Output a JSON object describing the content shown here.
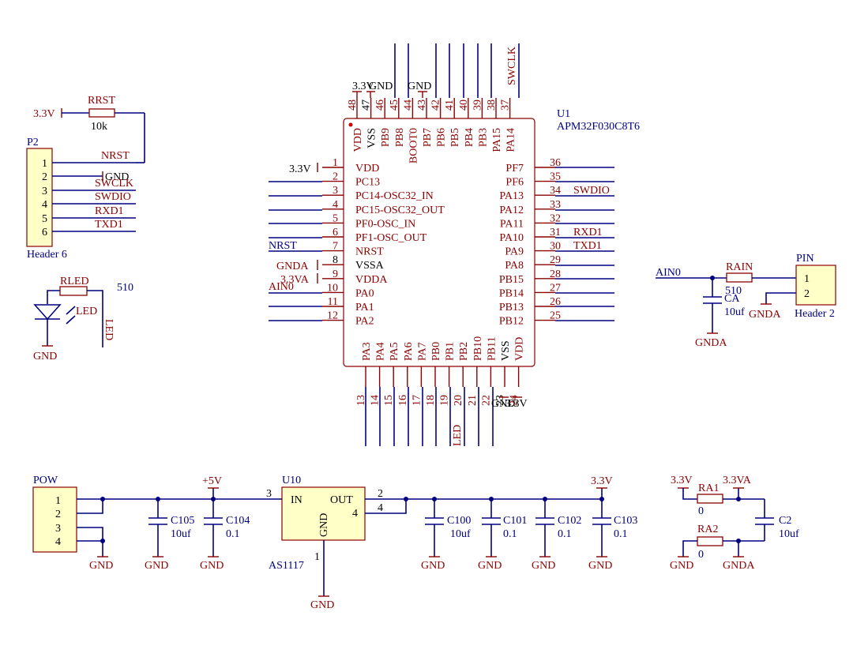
{
  "u1": {
    "designator": "U1",
    "part": "APM32F030C8T6",
    "left_pins": [
      {
        "num": "1",
        "name": "VDD"
      },
      {
        "num": "2",
        "name": "PC13"
      },
      {
        "num": "3",
        "name": "PC14-OSC32_IN"
      },
      {
        "num": "4",
        "name": "PC15-OSC32_OUT"
      },
      {
        "num": "5",
        "name": "PF0-OSC_IN"
      },
      {
        "num": "6",
        "name": "PF1-OSC_OUT"
      },
      {
        "num": "7",
        "name": "NRST"
      },
      {
        "num": "8",
        "name": "VSSA"
      },
      {
        "num": "9",
        "name": "VDDA"
      },
      {
        "num": "10",
        "name": "PA0"
      },
      {
        "num": "11",
        "name": "PA1"
      },
      {
        "num": "12",
        "name": "PA2"
      }
    ],
    "bottom_pins": [
      {
        "num": "13",
        "name": "PA3"
      },
      {
        "num": "14",
        "name": "PA4"
      },
      {
        "num": "15",
        "name": "PA5"
      },
      {
        "num": "16",
        "name": "PA6"
      },
      {
        "num": "17",
        "name": "PA7"
      },
      {
        "num": "18",
        "name": "PB0"
      },
      {
        "num": "19",
        "name": "PB1"
      },
      {
        "num": "20",
        "name": "PB2"
      },
      {
        "num": "21",
        "name": "PB10"
      },
      {
        "num": "22",
        "name": "PB11"
      },
      {
        "num": "23",
        "name": "VSS"
      },
      {
        "num": "24",
        "name": "VDD"
      }
    ],
    "right_pins": [
      {
        "num": "36",
        "name": "PF7"
      },
      {
        "num": "35",
        "name": "PF6"
      },
      {
        "num": "34",
        "name": "PA13"
      },
      {
        "num": "33",
        "name": "PA12"
      },
      {
        "num": "32",
        "name": "PA11"
      },
      {
        "num": "31",
        "name": "PA10"
      },
      {
        "num": "30",
        "name": "PA9"
      },
      {
        "num": "29",
        "name": "PA8"
      },
      {
        "num": "28",
        "name": "PB15"
      },
      {
        "num": "27",
        "name": "PB14"
      },
      {
        "num": "26",
        "name": "PB13"
      },
      {
        "num": "25",
        "name": "PB12"
      }
    ],
    "top_pins": [
      {
        "num": "48",
        "name": "VDD"
      },
      {
        "num": "47",
        "name": "VSS"
      },
      {
        "num": "46",
        "name": "PB9"
      },
      {
        "num": "45",
        "name": "PB8"
      },
      {
        "num": "44",
        "name": "BOOT0"
      },
      {
        "num": "43",
        "name": "PB7"
      },
      {
        "num": "42",
        "name": "PB6"
      },
      {
        "num": "41",
        "name": "PB5"
      },
      {
        "num": "40",
        "name": "PB4"
      },
      {
        "num": "39",
        "name": "PB3"
      },
      {
        "num": "38",
        "name": "PA15"
      },
      {
        "num": "37",
        "name": "PA14"
      }
    ]
  },
  "nets": {
    "p3v3": "3.3V",
    "p3v3a": "3.3VA",
    "p5v": "+5V",
    "gnd": "GND",
    "gnda": "GNDA",
    "nrst": "NRST",
    "swclk": "SWCLK",
    "swdio": "SWDIO",
    "rxd1": "RXD1",
    "txd1": "TXD1",
    "ain0": "AIN0",
    "led": "LED"
  },
  "p2": {
    "designator": "P2",
    "value": "Header 6",
    "pins": [
      "1",
      "2",
      "3",
      "4",
      "5",
      "6"
    ]
  },
  "rrst": {
    "designator": "RRST",
    "value": "10k"
  },
  "rled": {
    "designator": "RLED",
    "value": "510",
    "diode": "LED"
  },
  "pin_hdr": {
    "designator": "PIN",
    "value": "Header 2",
    "pins": [
      "1",
      "2"
    ]
  },
  "rain": {
    "designator": "RAIN",
    "value": "510"
  },
  "ca": {
    "designator": "CA",
    "value": "10uf"
  },
  "pow": {
    "designator": "POW",
    "pins": [
      "1",
      "2",
      "3",
      "4"
    ]
  },
  "c105": {
    "designator": "C105",
    "value": "10uf"
  },
  "c104": {
    "designator": "C104",
    "value": "0.1"
  },
  "u10": {
    "designator": "U10",
    "part": "AS1117",
    "in_label": "IN",
    "out_label": "OUT",
    "gnd_label": "GND",
    "pin_in": "3",
    "pin_out": "2",
    "pin_tab": "4",
    "pin_tab_inner": "4",
    "pin_gnd": "1"
  },
  "c100": {
    "designator": "C100",
    "value": "10uf"
  },
  "c101": {
    "designator": "C101",
    "value": "0.1"
  },
  "c102": {
    "designator": "C102",
    "value": "0.1"
  },
  "c103": {
    "designator": "C103",
    "value": "0.1"
  },
  "ra1": {
    "designator": "RA1",
    "value": "0"
  },
  "ra2": {
    "designator": "RA2",
    "value": "0"
  },
  "c2": {
    "designator": "C2",
    "value": "10uf"
  },
  "colors": {
    "wire": "#000080",
    "part": "#8b0000",
    "body_fill": "#ffffc8"
  }
}
